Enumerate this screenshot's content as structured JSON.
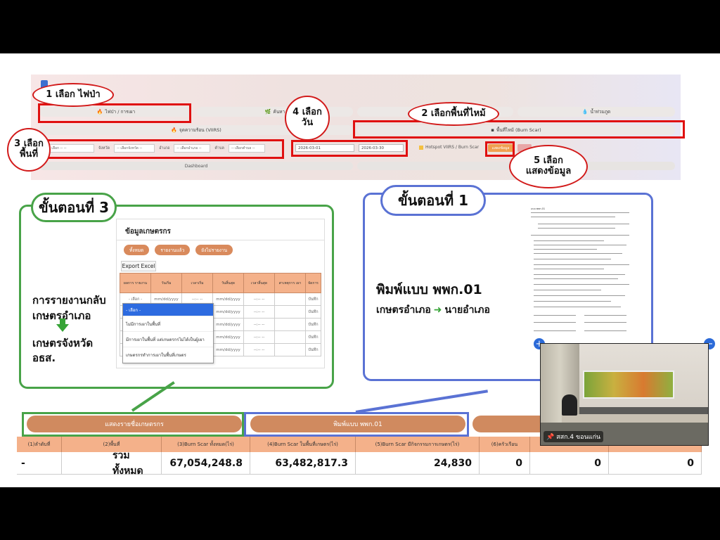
{
  "nav": {
    "farm_plots": "ไฟป่า / การเผา",
    "hotspot_tab": "ค้นหา",
    "water_level": "น้ำท่วมภูด",
    "burn_scar_tab": "พื้นที่ไหม้ (Burn Scar)",
    "heat_tab": "จุดความร้อน (VIIRS)",
    "dashboard": "Dashboard"
  },
  "filters": {
    "select1": "-- เลือก -- --",
    "province_label": "จังหวัด",
    "province": "-- เลือกจังหวัด --",
    "district_label": "อำเภอ",
    "district": "-- เลือกอำเภอ --",
    "subdistrict_label": "ตำบล",
    "subdistrict": "-- เลือกตำบล --",
    "date_from": "2026-03-01",
    "date_to": "2026-03-30",
    "hotspot_label": "Hotspot VIIRS / Burn Scar",
    "show_btn": "แสดงข้อมูล"
  },
  "callouts": {
    "c1": "1 เลือก ไฟป่า",
    "c2": "2 เลือกพื้นที่ไหม้",
    "c3a": "3 เลือก",
    "c3b": "พื้นที่",
    "c4a": "4 เลือก",
    "c4b": "วัน",
    "c5a": "5 เลือก",
    "c5b": "แสดงข้อมูล"
  },
  "step3": {
    "title": "ขั้นตอนที่ 3",
    "report_line1": "การรายงานกลับ",
    "report_line2": "เกษตรอำเภอ",
    "report_line3": "เกษตรจังหวัด",
    "report_line4": "อธส.",
    "farmer_header": "ข้อมูลเกษตรกร",
    "pill_all": "ทั้งหมด",
    "pill_reported": "รายงานแล้ว",
    "pill_pending": "ยังไม่รายงาน",
    "export": "Export Excel",
    "col1": "ผลการ รายงาน",
    "col2": "วันเริ่ม",
    "col3": "เวลาเริ่ม",
    "col4": "วันสิ้นสุด",
    "col5": "เวลาสิ้นสุด",
    "col6": "สาเหตุการ เผา",
    "col7": "จัดการ",
    "cell_select": "- เลือก -",
    "cell_date": "mm/dd/yyyy",
    "cell_time": "--:-- --",
    "cell_save": "บันทึก",
    "opt_active": "- เลือก -",
    "opt1": "ไม่มีการเผาในพื้นที่",
    "opt2": "มีการเผาในพื้นที่ แต่เกษตรกรไม่ได้เป็นผู้เผา",
    "opt3": "เกษตรกรทำการเผาในพื้นที่เกษตร"
  },
  "step1": {
    "title": "ขั้นตอนที่ 1",
    "print_title": "พิมพ์แบบ พพก.01",
    "from": "เกษตรอำเภอ",
    "to": "นายอำเภอ"
  },
  "bottom": {
    "btn_farmers": "แสดงรายชื่อเกษตรกร",
    "btn_print": "พิมพ์แบบ พพก.01",
    "h1": "(1)ลำดับที่",
    "h2": "(2)พื้นที่",
    "h3": "(3)Burn Scar ทั้งหมด(ไร่)",
    "h4": "(4)Burn Scar ในพื้นที่เกษตร(ไร่)",
    "h5": "(5)Burn Scar มีกิจกรรมการเกษตร(ไร่)",
    "h6": "(6)ครัวเรือน",
    "total_idx": "-",
    "total_label": "รวมทั้งหมด",
    "v3": "67,054,248.8",
    "v4": "63,482,817.3",
    "v5": "24,830",
    "v6": "0",
    "v7": "0",
    "v8": "0"
  },
  "video": {
    "participant": "สสก.4 ขอนแก่น"
  },
  "colors": {
    "red": "#e01010",
    "green": "#48a348",
    "blue": "#5a72d4",
    "orange": "#d08a5f"
  }
}
